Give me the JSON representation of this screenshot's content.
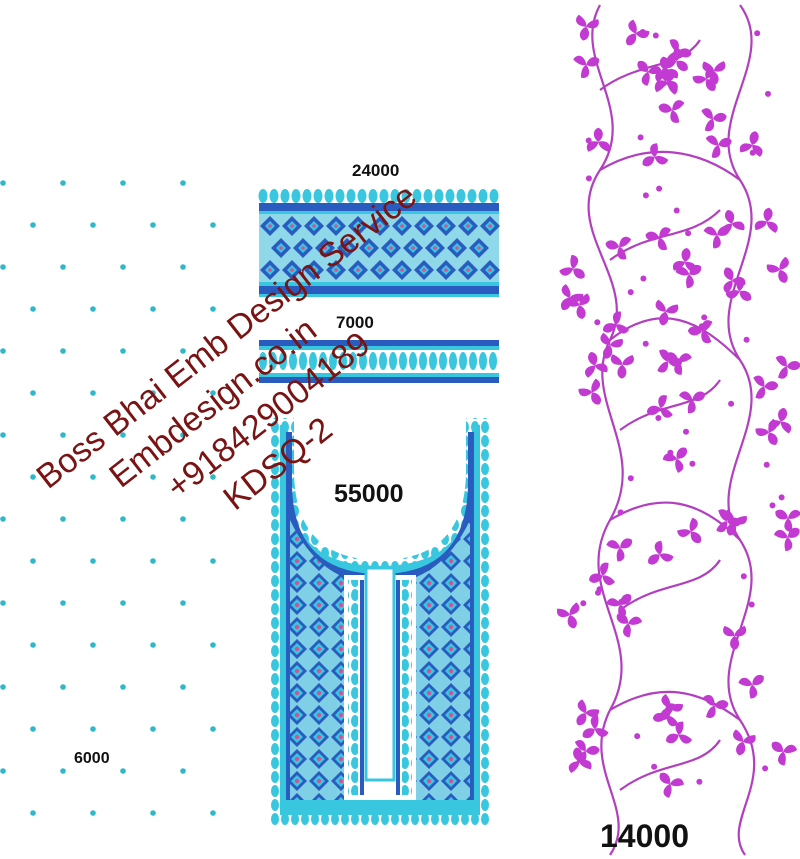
{
  "labels": {
    "dots": "6000",
    "top_border": "24000",
    "thin_border": "7000",
    "neck": "55000",
    "vine": "14000"
  },
  "watermark": {
    "lines": [
      "Boss Bhai Emb Design Service",
      "Embdesign.co.in",
      "+918429004189",
      "KDSQ-2"
    ]
  },
  "colors": {
    "dot": "#2fb8c9",
    "border_light": "#39c6df",
    "border_dark": "#2a5bbf",
    "border_pink": "#d4509a",
    "vine": "#b23fbf",
    "leaf": "#c23ad2",
    "watermark": "#7a1414"
  }
}
